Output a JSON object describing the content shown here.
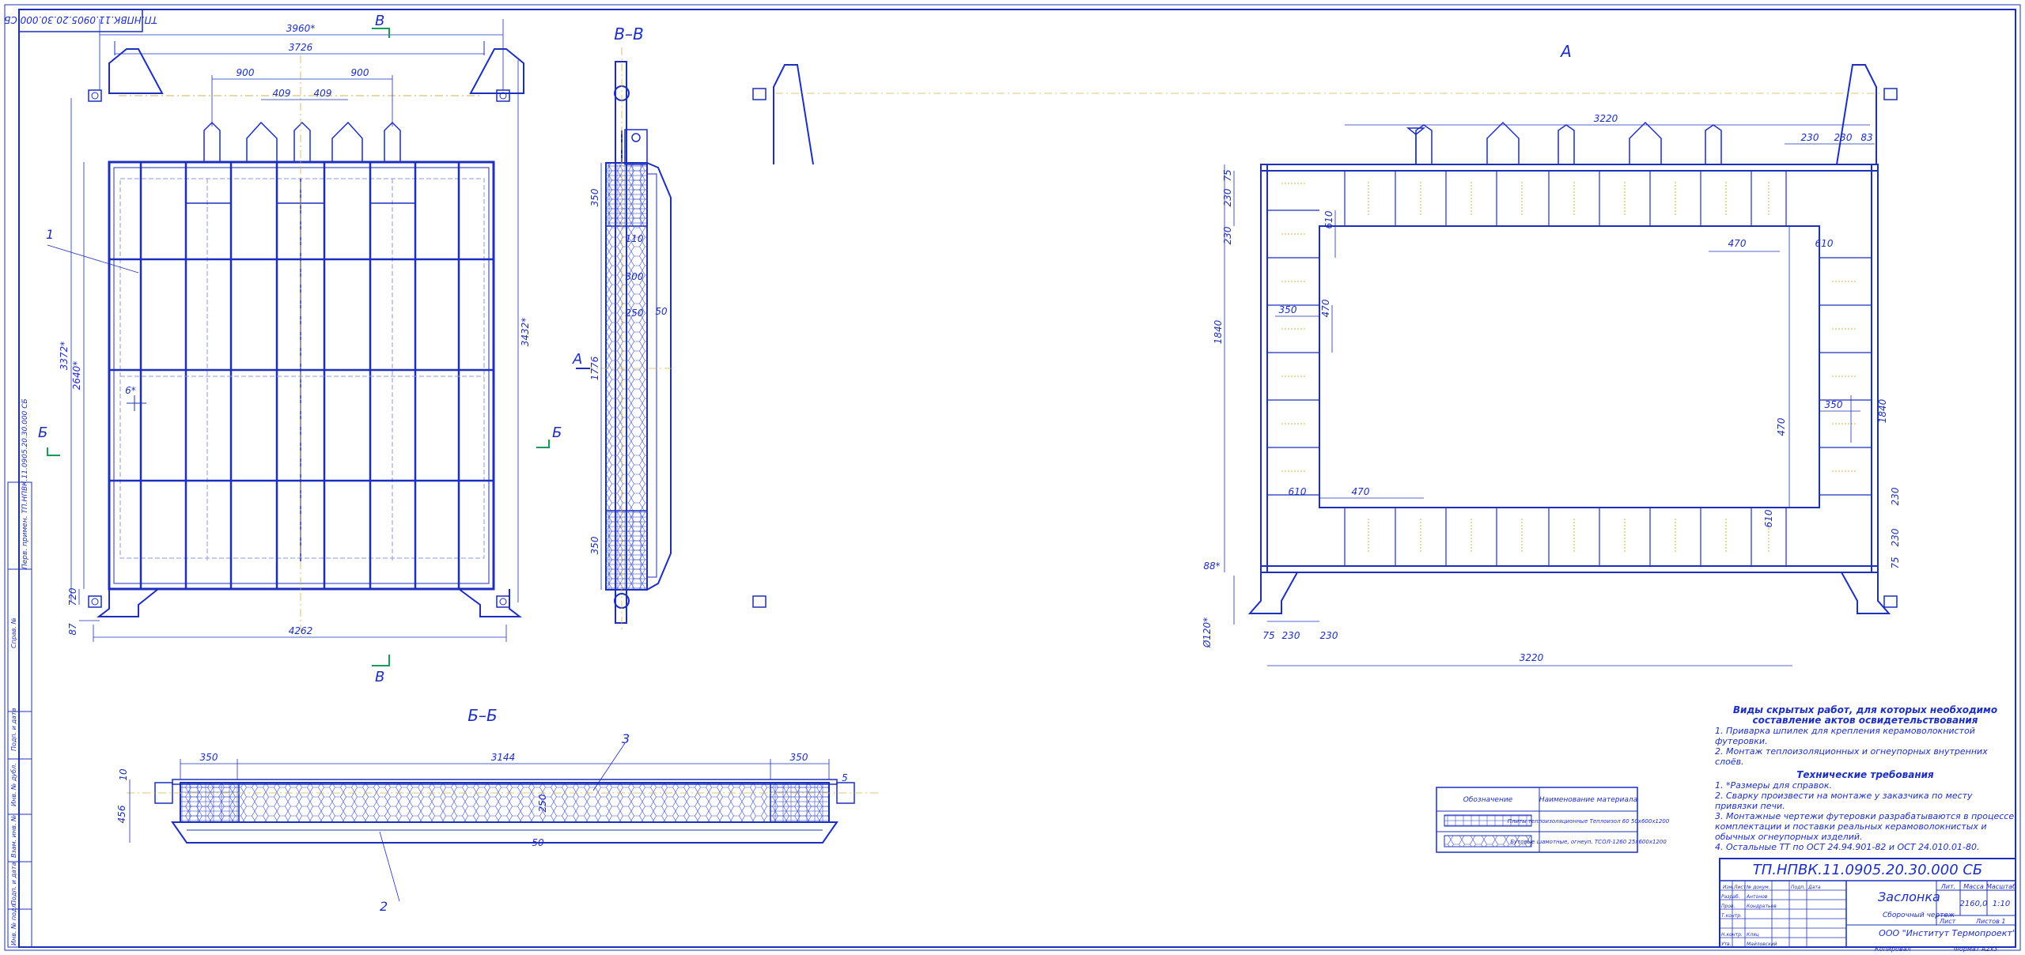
{
  "stamp_top": "ТП.НПВК.11.0905.20.30.000 СБ",
  "side_stamp": "Перв. примен. ТП.НПВК.11.0905.20.30.000 СБ",
  "side_labels": [
    "Справ. №",
    "Подп. и дата",
    "Инв. № дубл.",
    "Взам. инв. №",
    "Подп. и дата",
    "Инв. № подл."
  ],
  "view_labels": {
    "section_b": "Б–Б",
    "section_v": "В–В",
    "view_a": "А",
    "cut_b": "Б",
    "cut_v": "В",
    "arrow_a": "А"
  },
  "callouts": [
    "1",
    "2",
    "3"
  ],
  "dims_front": [
    "3960*",
    "3726",
    "900",
    "409",
    "409",
    "900",
    "3372*",
    "2640*",
    "3432*",
    "720",
    "87",
    "4262",
    "6*"
  ],
  "dims_side": [
    "350",
    "110",
    "300",
    "250",
    "50",
    "1776",
    "350"
  ],
  "dims_view_a": [
    "3220",
    "230",
    "230",
    "83",
    "75",
    "230",
    "230",
    "610",
    "350",
    "470",
    "1840",
    "470",
    "610",
    "350",
    "1840",
    "470",
    "610",
    "470",
    "610",
    "230",
    "230",
    "75",
    "88*",
    "Ø120*",
    "75",
    "230",
    "230",
    "3220"
  ],
  "dims_section_b": [
    "350",
    "3144",
    "350",
    "10",
    "5",
    "456",
    "250",
    "50"
  ],
  "legend": {
    "col1": "Обозначение",
    "col2": "Наименование материала",
    "rows": [
      "Плиты теплоизоляционные Теплоизол 60 50х600х1200",
      "Бутовые шамотные, огнеуп. ТСОЛ-1260 25х600х1200"
    ]
  },
  "notes": {
    "hidden_title": "Виды скрытых работ, для которых необходимо составление актов освидетельствования",
    "hidden": [
      "1. Приварка шпилек для крепления керамоволокнистой футеровки.",
      "2. Монтаж теплоизоляционных и огнеупорных внутренних слоёв."
    ],
    "tech_title": "Технические требования",
    "tech": [
      "1. *Размеры для справок.",
      "2. Сварку произвести на монтаже у заказчика по месту привязки печи.",
      "3. Монтажные чертежи футеровки разрабатываются в процессе комплектации и поставки реальных керамоволокнистых и обычных огнеупорных изделий.",
      "4. Остальные ТТ по ОСТ 24.94.901-82 и ОСТ 24.010.01-80."
    ]
  },
  "title_block": {
    "code": "ТП.НПВК.11.0905.20.30.000 СБ",
    "name": "Заслонка",
    "doc_type": "Сборочный чертеж",
    "lit_label": "Лит.",
    "mass_label": "Масса",
    "scale_label": "Масштаб",
    "mass": "2160,0",
    "scale": "1:10",
    "sheet_label": "Лист",
    "sheets_label": "Листов 1",
    "org": "ООО \"Институт Термопроект\"",
    "roles": [
      "Изм.",
      "Лист",
      "№ докум.",
      "Подп.",
      "Дата",
      "Разраб.",
      "Пров.",
      "Т.контр.",
      "Н.контр.",
      "Утв."
    ],
    "names": [
      "Антонов",
      "Кондратьев",
      "Кляц",
      "Майловский"
    ],
    "copied": "Копировал",
    "format": "Формат А2х3"
  },
  "colors": {
    "ink": "#1c2fbf",
    "thin": "#3a4fd0",
    "fill_hatch": "#b9c1ee",
    "center": "#d6b24a",
    "green": "#1a9a55"
  }
}
